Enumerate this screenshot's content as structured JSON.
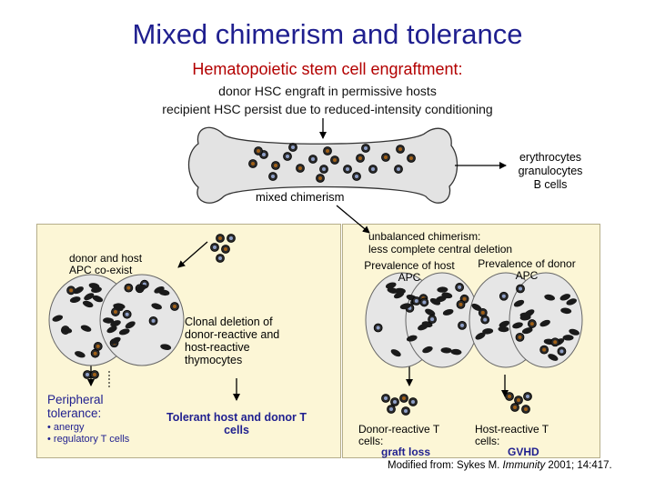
{
  "title": "Mixed chimerism and tolerance",
  "subtitle": "Hematopoietic stem cell engraftment:",
  "lines": [
    "donor HSC engraft in permissive hosts",
    "recipient HSC persist due to reduced-intensity conditioning"
  ],
  "bone": {
    "outputs": [
      "erythrocytes",
      "granulocytes",
      "B cells"
    ],
    "label": "mixed chimerism"
  },
  "left_panel": {
    "apc_label": [
      "donor and host",
      "APC co-exist"
    ],
    "deletion_label": [
      "Clonal deletion of",
      "donor-reactive and",
      "host-reactive",
      "thymocytes"
    ],
    "peripheral_title": [
      "Peripheral",
      "tolerance:"
    ],
    "peripheral_items": [
      "• anergy",
      "• regulatory T cells"
    ],
    "tolerant_label": [
      "Tolerant host and donor T",
      "cells"
    ]
  },
  "right_panel": {
    "heading": [
      "unbalanced chimerism:",
      "less complete central deletion"
    ],
    "host_label": [
      "Prevalence of host",
      "APC"
    ],
    "donor_label": [
      "Prevalence of donor",
      "APC"
    ],
    "left_outcome": [
      "Donor-reactive T",
      "cells:"
    ],
    "left_result": "graft loss",
    "right_outcome": [
      "Host-reactive T",
      "cells:"
    ],
    "right_result": "GVHD"
  },
  "citation": {
    "prefix": "Modified from: Sykes M. ",
    "journal": "Immunity",
    "suffix": " 2001; 14:417."
  },
  "colors": {
    "title": "#1f1f8f",
    "subtitle": "#b30000",
    "panel_bg": "#fcf6d6",
    "bone_fill": "#e3e3e3",
    "thymus_fill": "#e6e6e6",
    "donor_cell": "#a06018",
    "host_cell": "#1c1c3c"
  }
}
